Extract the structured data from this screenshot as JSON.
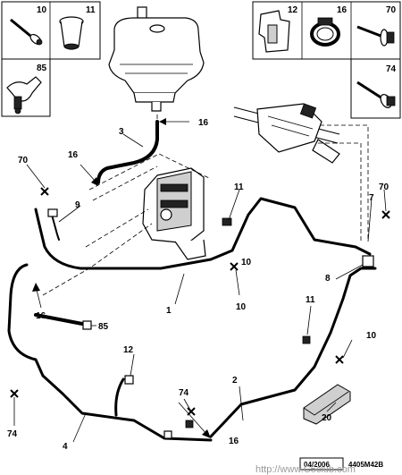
{
  "parts_top_left": [
    {
      "number": "10",
      "icon": "bolt-with-washer-icon"
    },
    {
      "number": "11",
      "icon": "rubber-grommet-icon"
    },
    {
      "number": "85",
      "icon": "clip-fitting-icon"
    }
  ],
  "parts_top_right": [
    {
      "number": "12",
      "icon": "bracket-clip-icon"
    },
    {
      "number": "16",
      "icon": "hose-clamp-icon"
    },
    {
      "number": "70",
      "icon": "flange-screw-icon"
    },
    {
      "number": "74",
      "icon": "long-bolt-icon"
    }
  ],
  "callouts": {
    "c1": "1",
    "c2": "2",
    "c3": "3",
    "c4": "4",
    "c7": "7",
    "c8": "8",
    "c9": "9",
    "c10a": "10",
    "c10b": "10",
    "c10c": "10",
    "c11a": "11",
    "c11b": "11",
    "c12": "12",
    "c16a": "16",
    "c16b": "16",
    "c16c": "16",
    "c16d": "16",
    "c20": "20",
    "c70a": "70",
    "c70b": "70",
    "c74a": "74",
    "c74b": "74",
    "c85": "85"
  },
  "footer": {
    "date_code": "04/2006",
    "drawing_ref": "4405M42B",
    "watermark": "http://www.C5club.com"
  },
  "colors": {
    "line": "#000000",
    "background": "#ffffff",
    "shading": "#cfcfcf"
  }
}
